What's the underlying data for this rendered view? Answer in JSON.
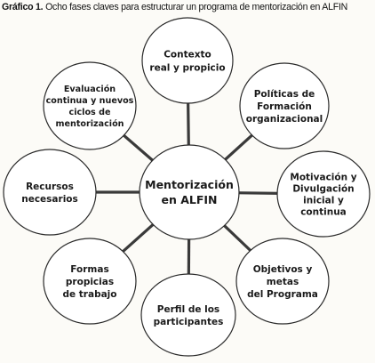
{
  "caption": {
    "label": "Gráfico 1.",
    "text": " Ocho fases claves para estructurar un programa de mentorización en ALFIN"
  },
  "colors": {
    "line": "#3a3a3a",
    "circle_fill": "#ffffff",
    "circle_stroke": "#2a2a2a",
    "text": "#1a1a1a",
    "background": "#fcfbf7"
  },
  "center": {
    "lines": [
      "Mentorización",
      "en ALFIN"
    ]
  },
  "nodes": [
    {
      "id": "contexto",
      "lines": [
        "Contexto",
        "real y propicio"
      ]
    },
    {
      "id": "politicas",
      "lines": [
        "Políticas de",
        "Formación",
        "organizacional"
      ]
    },
    {
      "id": "motivacion",
      "lines": [
        "Motivación y",
        "Divulgación",
        "inicial y",
        "continua"
      ]
    },
    {
      "id": "objetivos",
      "lines": [
        "Objetivos y",
        "metas",
        "del Programa"
      ]
    },
    {
      "id": "perfil",
      "lines": [
        "Perfil de los",
        "participantes"
      ]
    },
    {
      "id": "formas",
      "lines": [
        "Formas",
        "propicias",
        "de trabajo"
      ]
    },
    {
      "id": "recursos",
      "lines": [
        "Recursos",
        "necesarios"
      ]
    },
    {
      "id": "evaluacion",
      "lines": [
        "Evaluación",
        "continua y nuevos",
        "ciclos de",
        "mentorización"
      ]
    }
  ]
}
